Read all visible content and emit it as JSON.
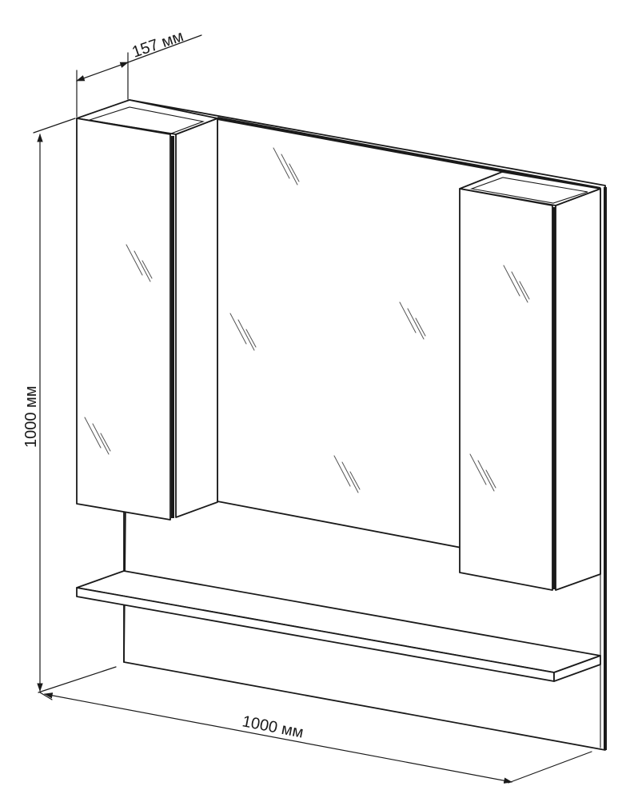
{
  "dimensions": {
    "depth": "157 мм",
    "height": "1000 мм",
    "width": "1000 мм"
  },
  "colors": {
    "line": "#1a1a1a",
    "background": "#ffffff"
  }
}
